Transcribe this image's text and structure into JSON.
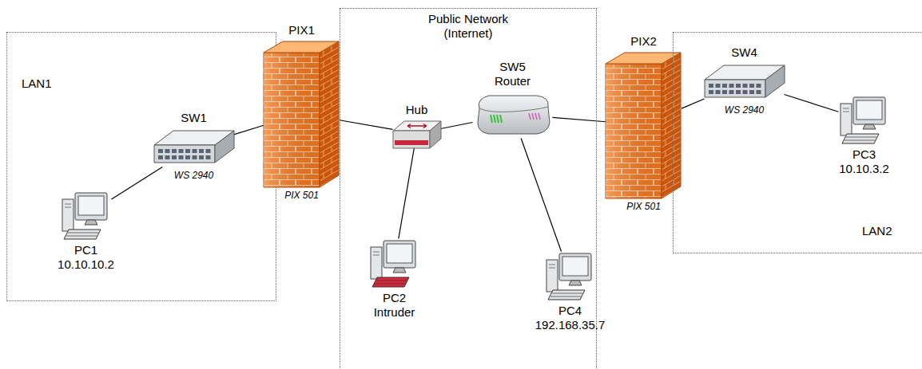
{
  "diagram": {
    "nodes": [
      {
        "text": [
          "LAN1"
        ]
      },
      {
        "text": [
          "SW1",
          "WS 2940"
        ],
        "in": 0
      },
      {
        "text": [
          "PC1",
          "10.10.10.2"
        ],
        "in": 0
      },
      {
        "text": [
          "PIX1",
          "PIX 501"
        ]
      },
      {
        "text": [
          "Public Network (Internet)"
        ]
      },
      {
        "text": [
          "Hub"
        ],
        "in": 4
      },
      {
        "text": [
          "SW5",
          "Router"
        ],
        "in": 4
      },
      {
        "text": [
          "PC2",
          "Intruder"
        ],
        "in": 4
      },
      {
        "text": [
          "PC4",
          "192.168.35.7"
        ],
        "in": 4
      },
      {
        "text": [
          "PIX2",
          "PIX 501"
        ]
      },
      {
        "text": [
          "LAN2"
        ]
      },
      {
        "text": [
          "SW4",
          "WS 2940"
        ],
        "in": 10
      },
      {
        "text": [
          "PC3",
          "10.10.3.2"
        ],
        "in": 10
      }
    ],
    "edges": [
      {
        "from": 2,
        "to": 1,
        "arrow": "none"
      },
      {
        "from": 1,
        "to": 3,
        "arrow": "none"
      },
      {
        "from": 3,
        "to": 5,
        "arrow": "none"
      },
      {
        "from": 5,
        "to": 7,
        "arrow": "none"
      },
      {
        "from": 5,
        "to": 6,
        "arrow": "none"
      },
      {
        "from": 6,
        "to": 8,
        "arrow": "none"
      },
      {
        "from": 6,
        "to": 9,
        "arrow": "none"
      },
      {
        "from": 9,
        "to": 11,
        "arrow": "none"
      },
      {
        "from": 11,
        "to": 12,
        "arrow": "none"
      }
    ]
  }
}
